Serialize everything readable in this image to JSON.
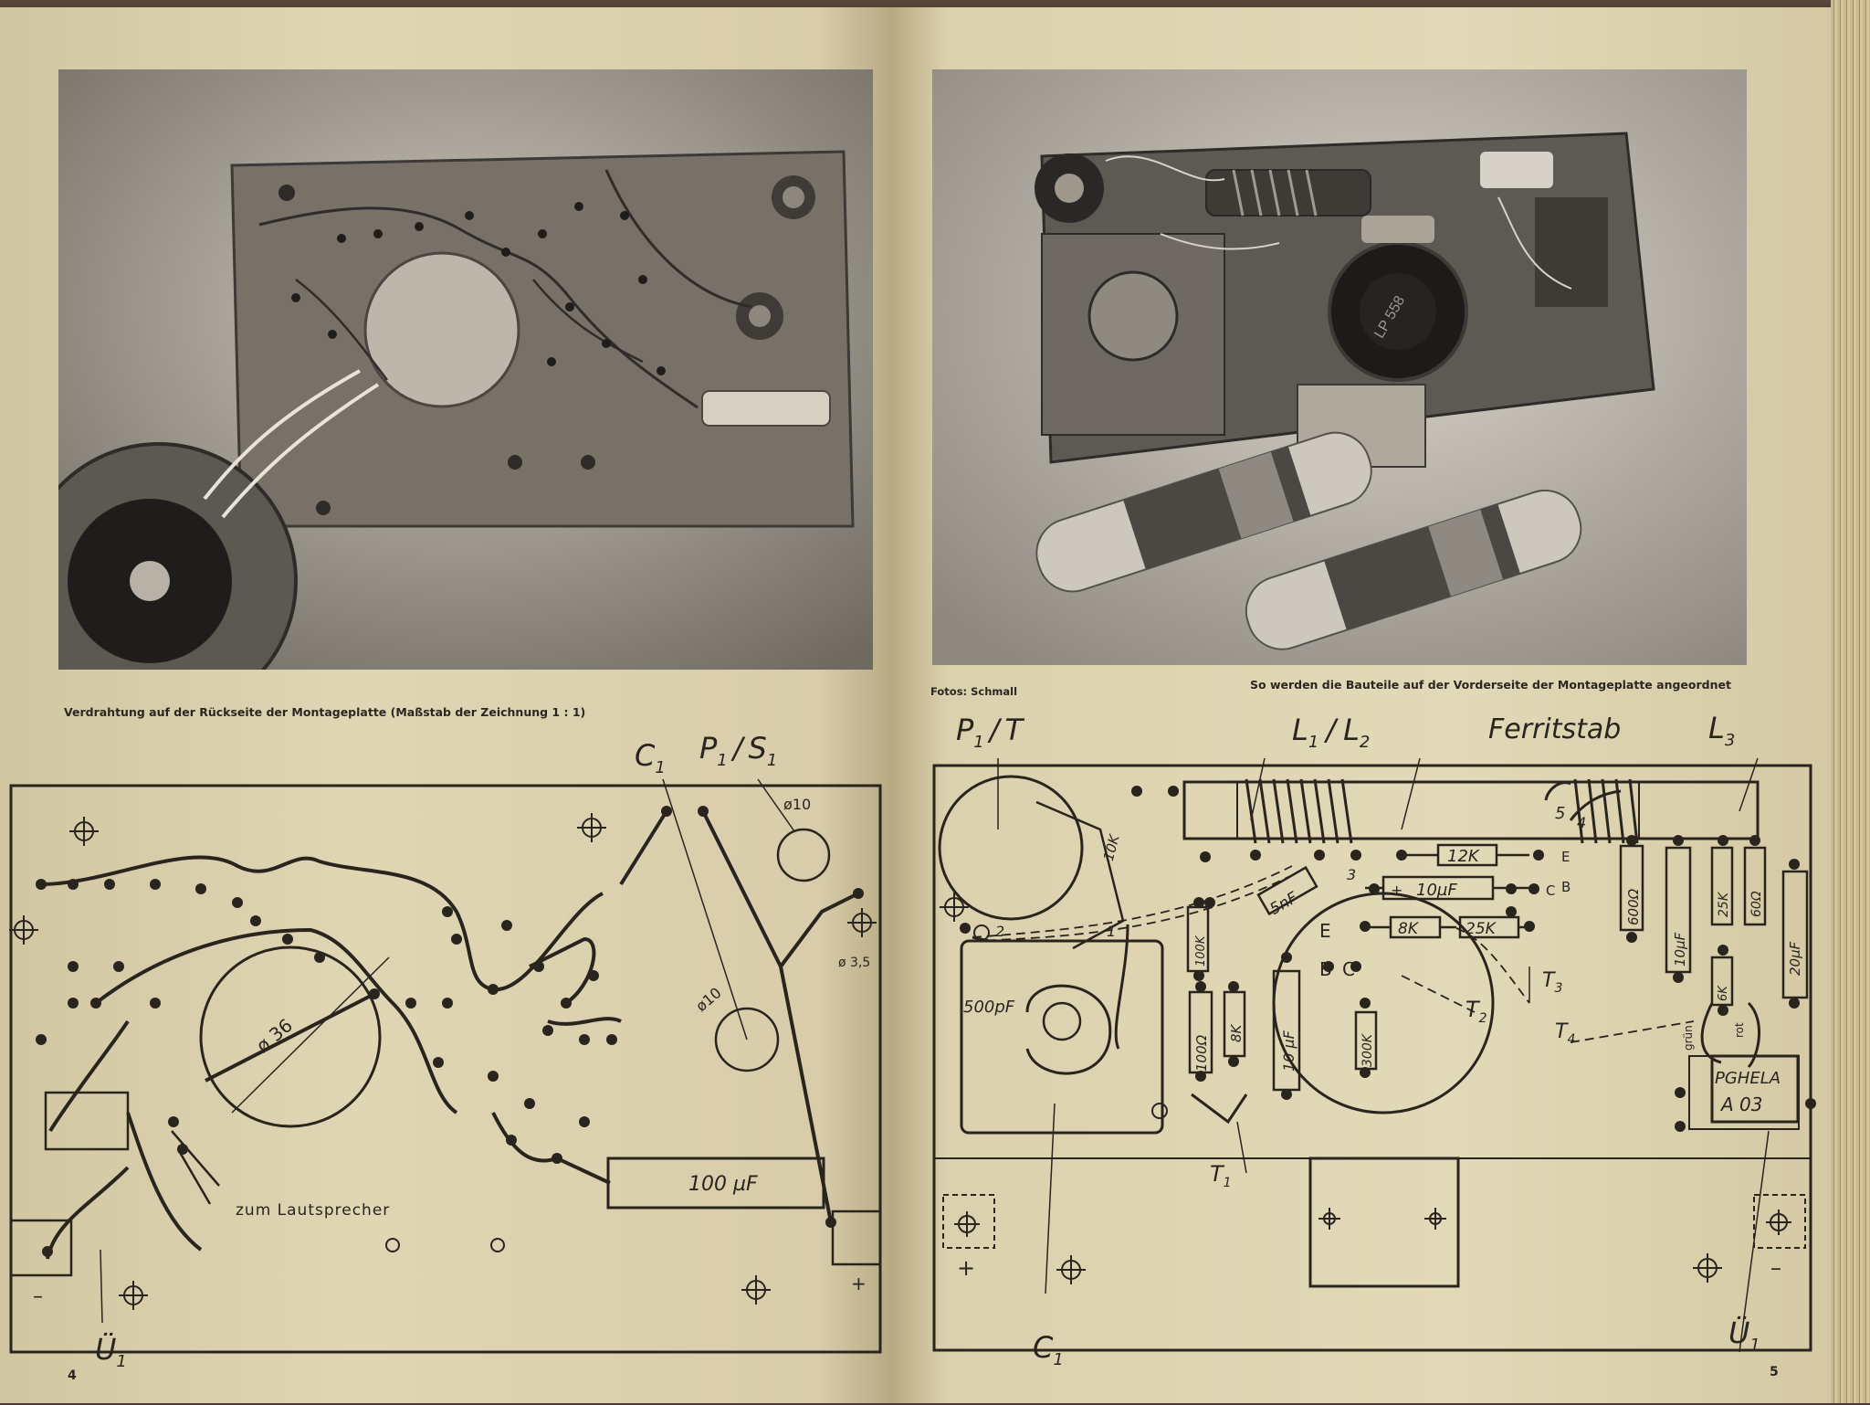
{
  "left_page": {
    "caption": "Verdrahtung auf der Rückseite der Montageplatte (Maßstab der Zeichnung 1 : 1)",
    "page_number": "4",
    "diagram": {
      "label_c1": "C",
      "label_p1": "P",
      "label_s1": "S",
      "sub_1": "1",
      "slash": "/",
      "dim_10_top": "ø10",
      "dim_10_mid": "ø10",
      "dim_36": "ø 36",
      "dim_35": "ø 3,5",
      "cap_100uf": "100 µF",
      "zum_lautsprecher": "zum Lautsprecher",
      "minus": "–",
      "plus": "+",
      "label_u1": "Ü",
      "u1_sub": "1"
    }
  },
  "right_page": {
    "photo_credit": "Fotos: Schmall",
    "caption": "So werden die Bauteile auf der Vorderseite der Montageplatte angeordnet",
    "page_number": "5",
    "diagram": {
      "label_p1s1": "P",
      "label_l1l2": "L",
      "label_ferritstab": "Ferritstab",
      "label_l3": "L",
      "sub_1": "1",
      "sub_2": "2",
      "sub_3": "3",
      "sub_4": "4",
      "slash": "/",
      "res_12k": "12K",
      "cap_10uf_h": "10µF",
      "res_8k": "8K",
      "res_25k_h": "25K",
      "cap_5nf": "5nF",
      "res_10k": "10K",
      "res_100k": "100K",
      "cap_500pf": "500pF",
      "res_100ohm": "100Ω",
      "res_8k_v": "8K",
      "cap_10uf_v": "10 µF",
      "res_300k": "300K",
      "res_600ohm": "600Ω",
      "cap_10uf_v2": "10µF",
      "res_25k_v": "25K",
      "res_60ohm": "60Ω",
      "cap_20uf": "20µF",
      "res_6k": "6K",
      "pghela": "PGHELA",
      "a03": "A 03",
      "label_e": "E",
      "label_b": "B",
      "label_c": "C",
      "label_c1": "C",
      "label_t1": "T",
      "label_t2": "T",
      "label_t3": "T",
      "label_t4": "T",
      "label_u1": "Ü",
      "num_5": "5",
      "num_4": "4",
      "num_1": "1",
      "num_2": "2",
      "num_3": "3",
      "gruen": "grün",
      "rot": "rot",
      "plus": "+",
      "minus": "–"
    },
    "photo_labels": {
      "speaker_text": "LP 558"
    }
  }
}
